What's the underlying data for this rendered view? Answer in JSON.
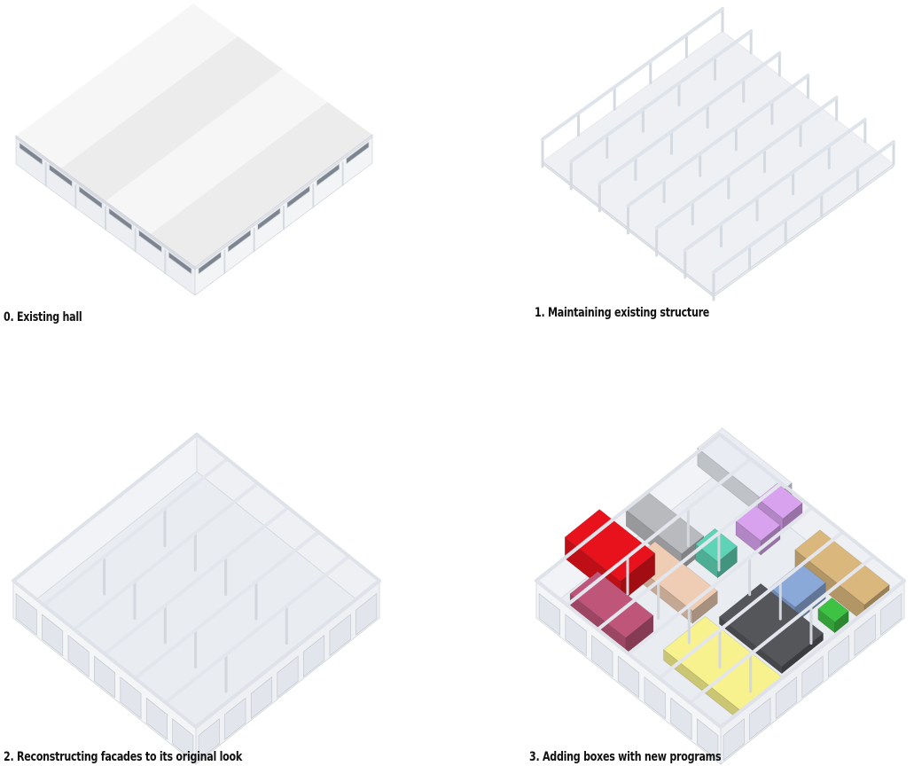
{
  "panels": [
    {
      "caption": "0. Existing hall"
    },
    {
      "caption": "1. Maintaining existing structure"
    },
    {
      "caption": "2. Reconstructing facades to its original look"
    },
    {
      "caption": "3. Adding boxes with new programs"
    }
  ],
  "colors": {
    "red": "#e8121c",
    "gray": "#b9babd",
    "teal": "#5fd3b6",
    "purple": "#d9a2ef",
    "tan": "#dab77c",
    "green": "#3ec244",
    "dark": "#55565a",
    "yellow": "#f7f28d",
    "stairs": "#efcdb4",
    "light": "#e9ecf2"
  }
}
